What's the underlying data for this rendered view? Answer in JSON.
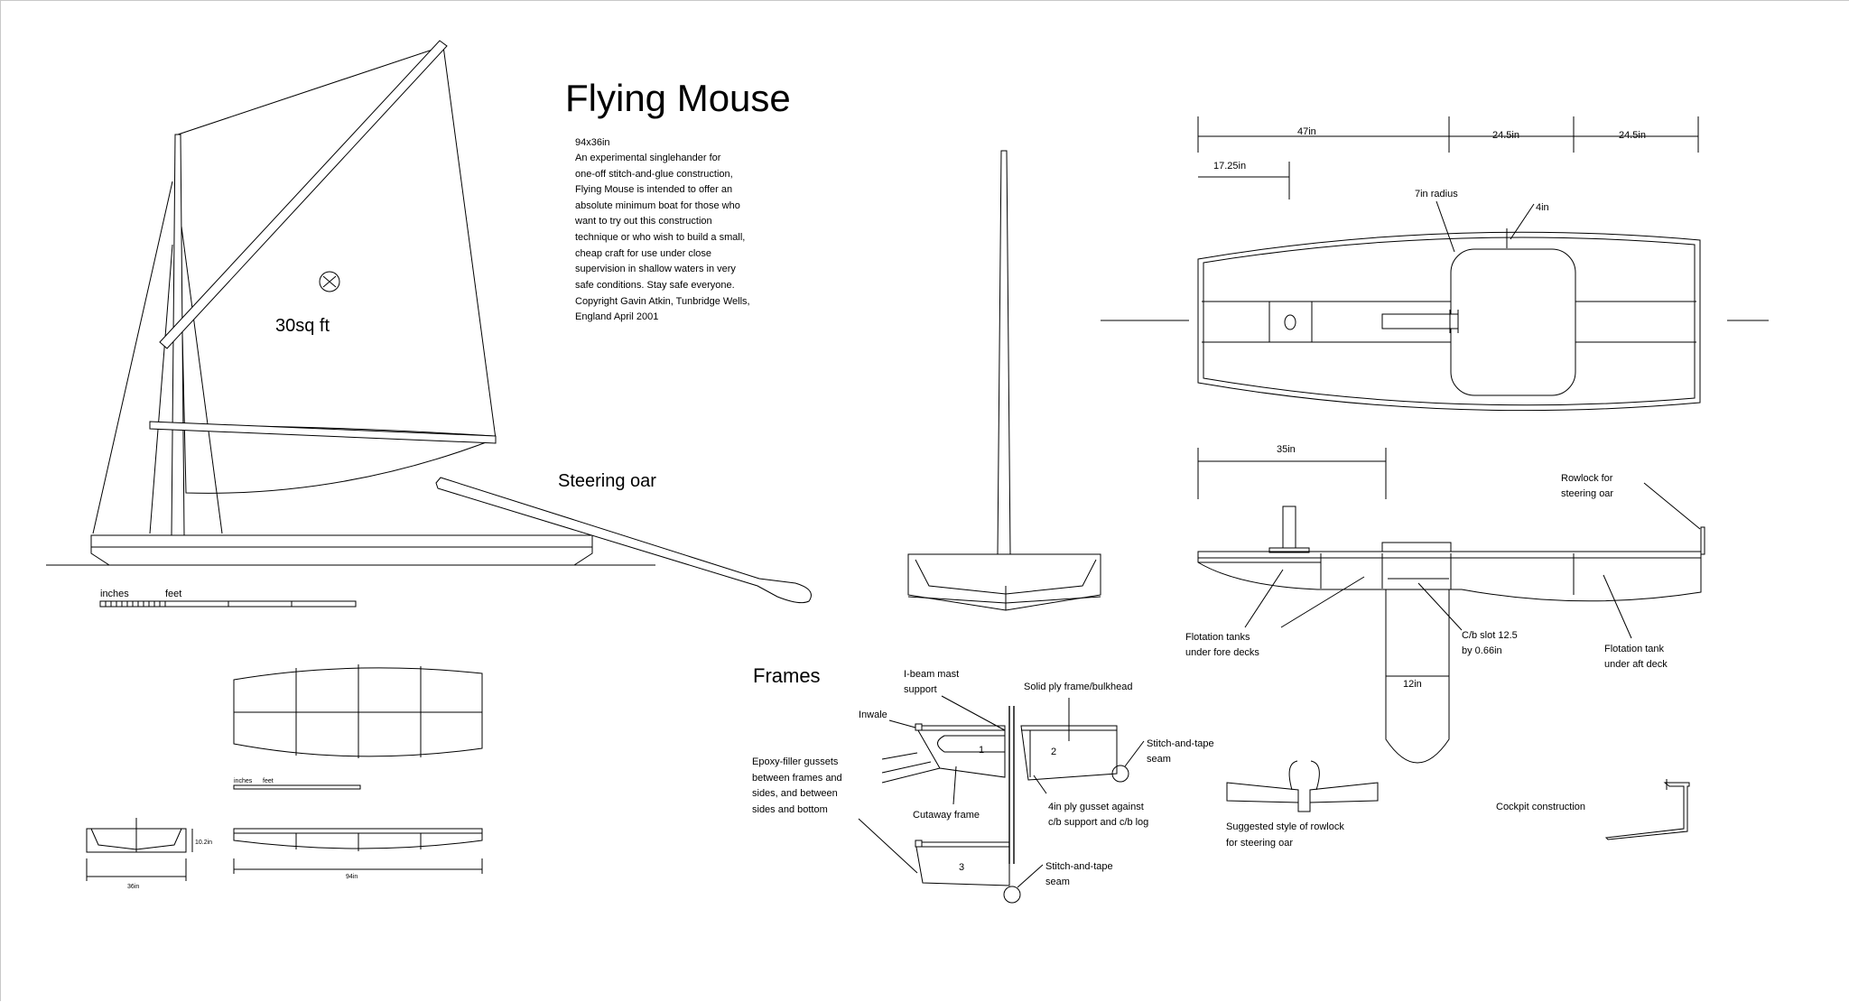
{
  "title": "Flying Mouse",
  "description": [
    "94x36in",
    "An experimental singlehander for",
    "one-off stitch-and-glue construction,",
    "Flying Mouse is intended to offer an",
    "absolute minimum boat for those who",
    "want to try out this construction",
    "technique or who wish to build a small,",
    "cheap craft for use under close",
    "supervision in shallow waters in very",
    "safe conditions. Stay safe everyone.",
    "Copyright Gavin Atkin, Tunbridge Wells,",
    "England April 2001"
  ],
  "sail_area": "30sq ft",
  "steering_oar_label": "Steering oar",
  "scale": {
    "inches": "inches",
    "feet": "feet"
  },
  "frames_heading": "Frames",
  "plan_dims": {
    "d47": "47in",
    "d245a": "24.5in",
    "d245b": "24.5in",
    "d1725": "17.25in",
    "radius": "7in radius",
    "d4": "4in"
  },
  "profile_dims": {
    "d35": "35in",
    "d12": "12in"
  },
  "labels": {
    "rowlock_for": "Rowlock for",
    "steering_oar": "steering oar",
    "flotation_tanks": "Flotation tanks",
    "under_fore_decks": "under fore decks",
    "cb_slot": "C/b slot 12.5",
    "cb_slot_by": "by 0.66in",
    "flotation_tank": "Flotation tank",
    "under_aft_deck": "under aft deck",
    "rowlock_style_1": "Suggested style of rowlock",
    "rowlock_style_2": "for steering oar",
    "cockpit": "Cockpit construction",
    "ibeam_1": "I-beam mast",
    "ibeam_2": "support",
    "solid_ply": "Solid ply frame/bulkhead",
    "inwale": "Inwale",
    "stitch_1a": "Stitch-and-tape",
    "stitch_1b": "seam",
    "epoxy_1": "Epoxy-filler gussets",
    "epoxy_2": "between frames and",
    "epoxy_3": "sides, and between",
    "epoxy_4": "sides and bottom",
    "cutaway": "Cutaway frame",
    "gusset_1": "4in ply gusset against",
    "gusset_2": "c/b support and c/b log",
    "stitch_2a": "Stitch-and-tape",
    "stitch_2b": "seam",
    "frame_1": "1",
    "frame_2": "2",
    "frame_3": "3"
  },
  "small_dims": {
    "height": "10.2in",
    "beam": "36in",
    "length": "94in"
  }
}
